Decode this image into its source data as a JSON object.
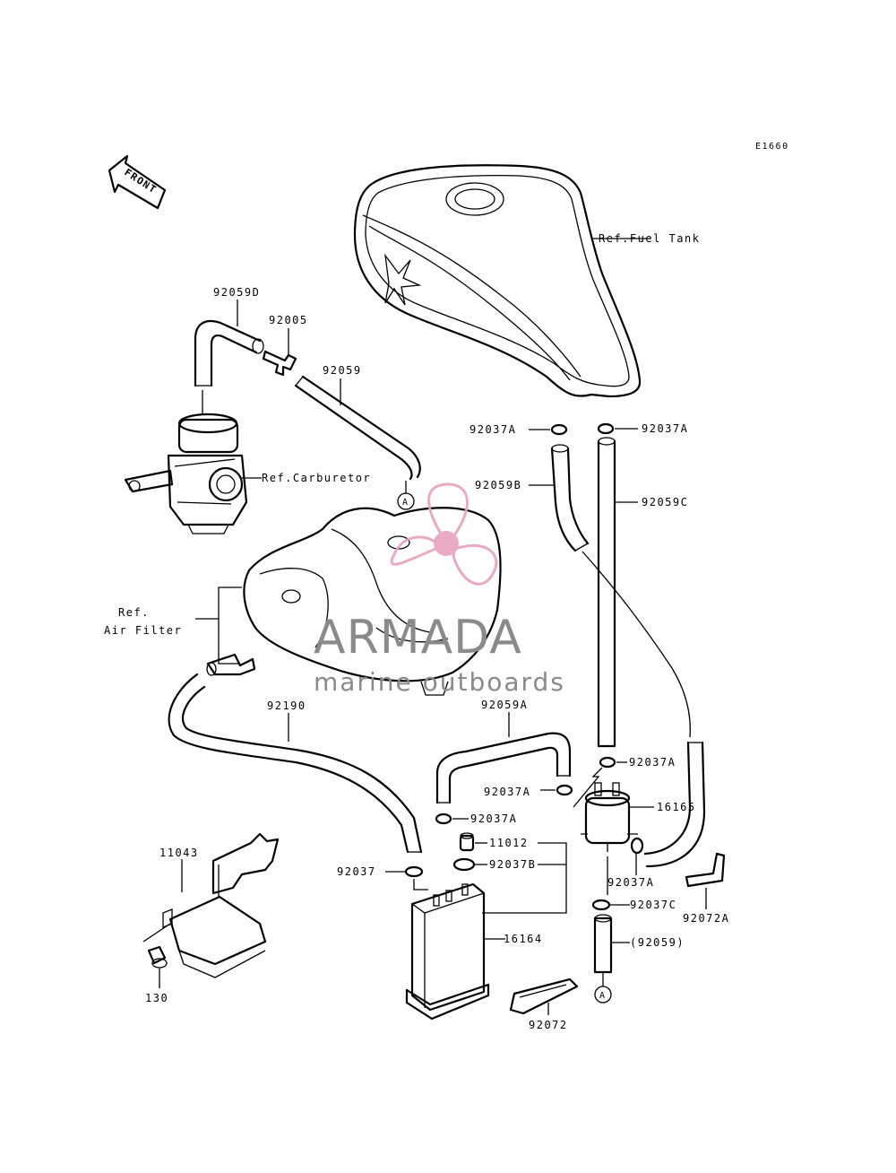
{
  "diagram_code": "E1660",
  "front_label": "FRONT",
  "callouts": {
    "ref_fuel_tank": "Ref.Fuel Tank",
    "ref_carburetor": "Ref.Carburetor",
    "ref_air_filter_1": "Ref.",
    "ref_air_filter_2": "Air Filter",
    "p92059D": "92059D",
    "p92005": "92005",
    "p92059": "92059",
    "p92037A_1": "92037A",
    "p92037A_2": "92037A",
    "p92059B": "92059B",
    "p92059C": "92059C",
    "p92190": "92190",
    "p92059A": "92059A",
    "p92037A_3": "92037A",
    "p92037A_4": "92037A",
    "p92037A_5": "92037A",
    "p16165": "16165",
    "p92037A_6": "92037A",
    "p11043": "11043",
    "p11012": "11012",
    "p92037": "92037",
    "p92037B": "92037B",
    "p92037C": "92037C",
    "p92072A": "92072A",
    "p16164": "16164",
    "p92059_paren": "(92059)",
    "p130": "130",
    "p92072": "92072",
    "marker_a_1": "A",
    "marker_a_2": "A"
  },
  "watermark": {
    "brand": "ARMADA",
    "tagline": "marine outboards",
    "logo_color": "#e8a6c0",
    "text_color": "#8a8a8a"
  }
}
